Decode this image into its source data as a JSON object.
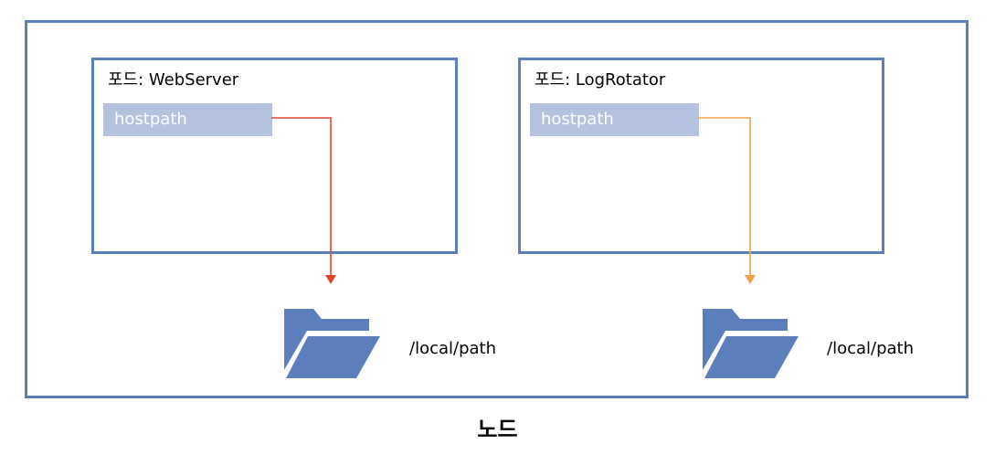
{
  "node": {
    "label": "노드"
  },
  "pods": [
    {
      "title": "포드: WebServer",
      "volume_label": "hostpath",
      "arrow_color": "#e0442a"
    },
    {
      "title": "포드: LogRotator",
      "volume_label": "hostpath",
      "arrow_color": "#f0a24a"
    }
  ],
  "host_paths": [
    {
      "label": "/local/path",
      "icon": "folder-open-icon"
    },
    {
      "label": "/local/path",
      "icon": "folder-open-icon"
    }
  ],
  "colors": {
    "border": "#5b7fbd",
    "hostpath_fill": "#b3c3df",
    "folder": "#5b7fbd"
  }
}
